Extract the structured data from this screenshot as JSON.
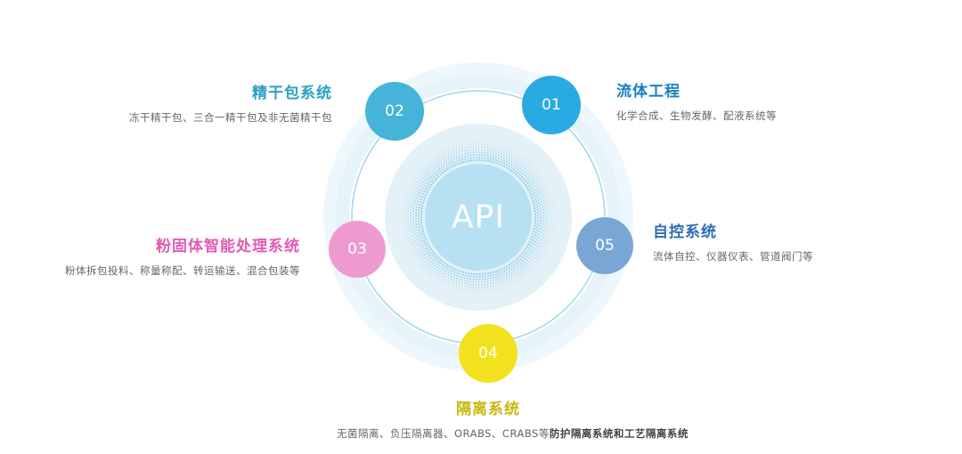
{
  "center": {
    "label": "API"
  },
  "items": [
    {
      "number": "01",
      "title": "流体工程",
      "description": "化学合成、生物发酵、配液系统等",
      "color": "#2aaae3",
      "title_color": "#1a7fbf"
    },
    {
      "number": "02",
      "title": "精干包系统",
      "description": "冻干精干包、三合一精干包及非无菌精干包",
      "color": "#45b4d8",
      "title_color": "#2aa1c4"
    },
    {
      "number": "03",
      "title": "粉固体智能处理系统",
      "description": "粉体拆包投料、称量称配、转运输送、混合包装等",
      "color": "#ee9ad0",
      "title_color": "#e35ab4"
    },
    {
      "number": "04",
      "title": "隔离系统",
      "description": "无菌隔离、负压隔离器、ORABS、CRABS等",
      "description_bold": "防护隔离系统和工艺隔离系统",
      "color": "#f2e21e",
      "title_color": "#c9b80e"
    },
    {
      "number": "05",
      "title": "自控系统",
      "description": "流体自控、仪器仪表、管道阀门等",
      "color": "#7aa6d6",
      "title_color": "#2f6db0"
    }
  ],
  "colors": {
    "outer_halo": "#eef7fb",
    "ring_band": "#e2f1f8",
    "orbit_line": "#9fd8ec",
    "inner_disc": "#e4f1f7",
    "center_disc": "#b7e1f3",
    "dots": "#9ad3ea"
  }
}
